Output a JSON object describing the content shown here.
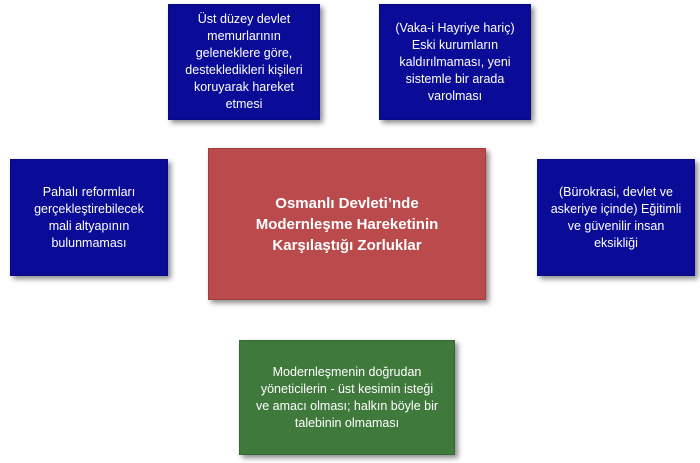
{
  "diagram": {
    "center": {
      "text": "Osmanlı Devleti’nde\nModernleşme Hareketinin\nKarşılaştığı Zorluklar"
    },
    "top_left": {
      "text": "Üst düzey devlet\nmemurlarının\ngeleneklere göre,\ndestekledikleri kişileri\nkoruyarak hareket\netmesi"
    },
    "top_right": {
      "text": "(Vaka-i Hayriye hariç)\nEski kurumların\nkaldırılmaması, yeni\nsistemle bir arada\nvarolması"
    },
    "left": {
      "text": "Pahalı reformları\ngerçekleştirebilecek\nmali altyapının\nbulunmaması"
    },
    "right": {
      "text": "(Bürokrasi, devlet ve\naskeriye içinde) Eğitimli\nve güvenilir insan\neksikliği"
    },
    "bottom": {
      "text": "Modernleşmenin doğrudan\nyöneticilerin - üst kesimin isteği\nve amacı olması; halkın böyle bir\ntalebinin olmaması"
    },
    "colors": {
      "blue_box": "#0a0c98",
      "red_box": "#bb4a4c",
      "green_box": "#3f7a3c",
      "text": "#ffffff"
    }
  }
}
